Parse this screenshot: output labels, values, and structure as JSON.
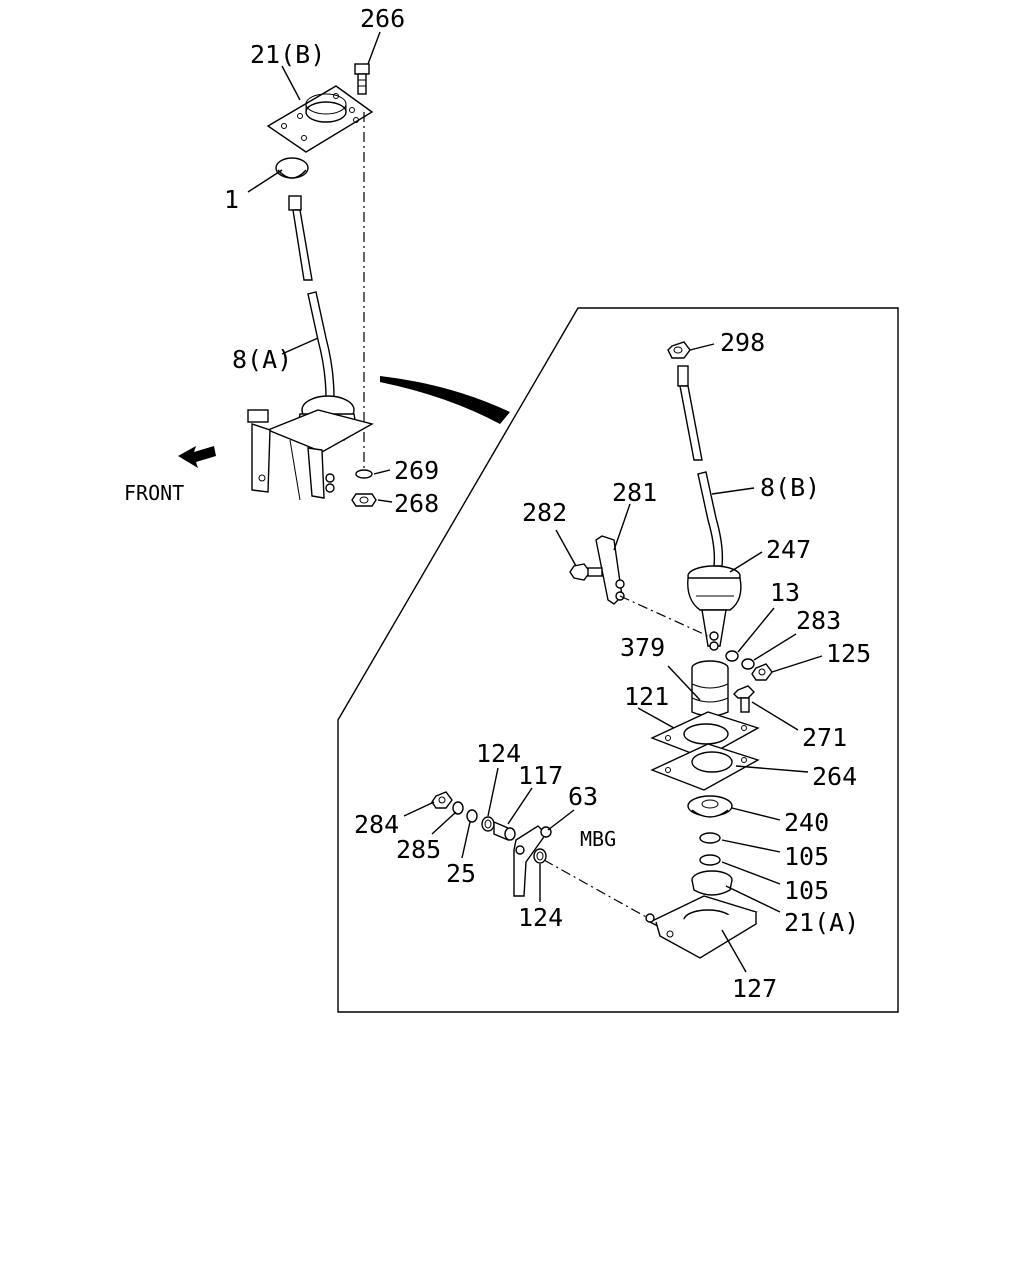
{
  "labels": {
    "p266": "266",
    "p21b": "21(B)",
    "p1": "1",
    "p8a": "8(A)",
    "p269": "269",
    "p268": "268",
    "front": "FRONT",
    "p298": "298",
    "p8b": "8(B)",
    "p281": "281",
    "p282": "282",
    "p247": "247",
    "p13": "13",
    "p283": "283",
    "p125": "125",
    "p379": "379",
    "p121": "121",
    "p271": "271",
    "p264": "264",
    "p124a": "124",
    "p117": "117",
    "p63": "63",
    "p284": "284",
    "p285": "285",
    "p25": "25",
    "mbg": "MBG",
    "p240": "240",
    "p105a": "105",
    "p105b": "105",
    "p21a": "21(A)",
    "p124b": "124",
    "p127": "127"
  }
}
